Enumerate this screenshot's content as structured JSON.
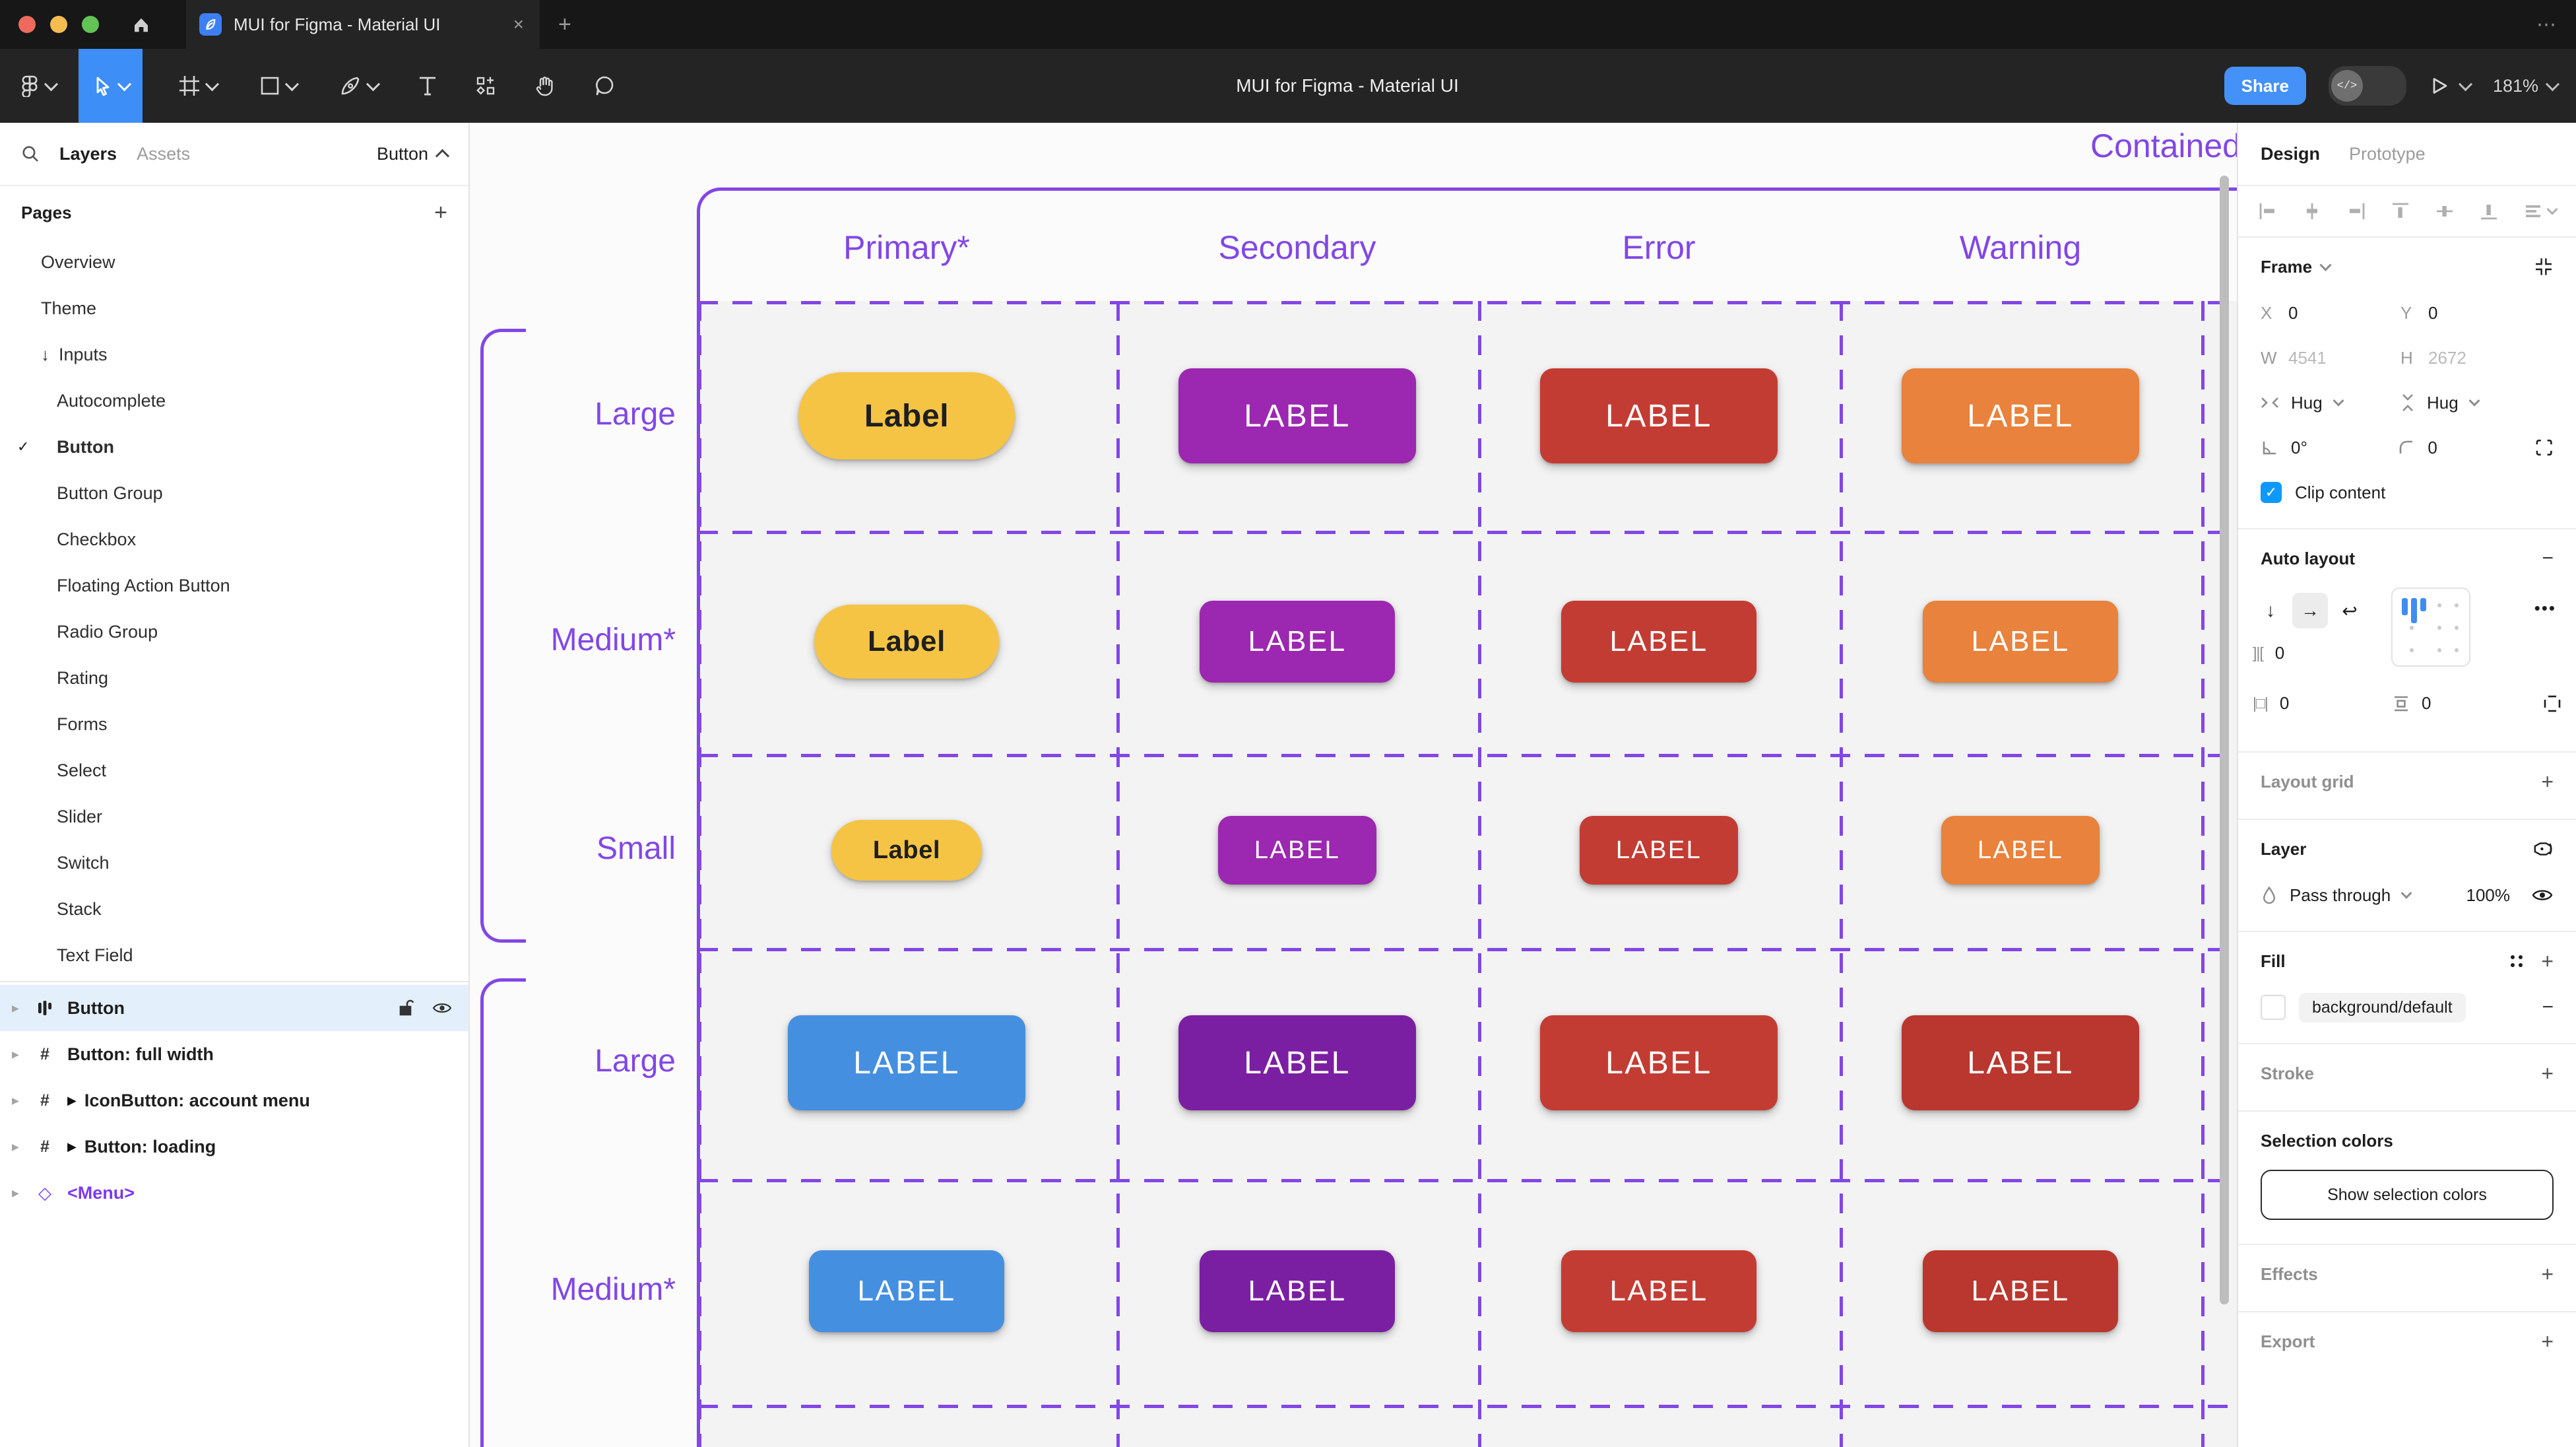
{
  "titlebar": {
    "tab_title": "MUI for Figma - Material UI"
  },
  "toolbar": {
    "doc_title": "MUI for Figma - Material UI",
    "share_label": "Share",
    "zoom_level": "181%"
  },
  "sidebar": {
    "tabs": {
      "layers": "Layers",
      "assets": "Assets"
    },
    "context_selector": "Button",
    "pages_header": "Pages",
    "pages": [
      {
        "label": "Overview",
        "indent": 1
      },
      {
        "label": "Theme",
        "indent": 1
      },
      {
        "label": "Inputs",
        "indent": 1,
        "arrow": true
      },
      {
        "label": "Autocomplete",
        "indent": 2
      },
      {
        "label": "Button",
        "indent": 2,
        "checked": true
      },
      {
        "label": "Button Group",
        "indent": 2
      },
      {
        "label": "Checkbox",
        "indent": 2
      },
      {
        "label": "Floating Action Button",
        "indent": 2
      },
      {
        "label": "Radio Group",
        "indent": 2
      },
      {
        "label": "Rating",
        "indent": 2
      },
      {
        "label": "Forms",
        "indent": 2
      },
      {
        "label": "Select",
        "indent": 2
      },
      {
        "label": "Slider",
        "indent": 2
      },
      {
        "label": "Switch",
        "indent": 2
      },
      {
        "label": "Stack",
        "indent": 2
      },
      {
        "label": "Text Field",
        "indent": 2
      }
    ],
    "layers": [
      {
        "label": "Button",
        "icon": "autolayout",
        "selected": true
      },
      {
        "label": "Button: full width",
        "icon": "frame"
      },
      {
        "label": "IconButton: account menu",
        "icon": "frame",
        "play": true
      },
      {
        "label": "Button: loading",
        "icon": "frame",
        "play": true
      },
      {
        "label": "<Menu>",
        "icon": "component",
        "purple": true
      }
    ]
  },
  "canvas": {
    "frame_name": "Contained",
    "columns": [
      "Primary*",
      "Secondary",
      "Error",
      "Warning"
    ],
    "rows": [
      {
        "label": "Large",
        "size": "lg",
        "cells": [
          {
            "color": "#F6C445",
            "text": "Label",
            "dark": true,
            "pill": true
          },
          {
            "color": "#9C27B0",
            "text": "LABEL"
          },
          {
            "color": "#C33C33",
            "text": "LABEL"
          },
          {
            "color": "#E8823C",
            "text": "LABEL"
          }
        ]
      },
      {
        "label": "Medium*",
        "size": "md",
        "cells": [
          {
            "color": "#F6C445",
            "text": "Label",
            "dark": true,
            "pill": true
          },
          {
            "color": "#9C27B0",
            "text": "LABEL"
          },
          {
            "color": "#C33C33",
            "text": "LABEL"
          },
          {
            "color": "#E8823C",
            "text": "LABEL"
          }
        ]
      },
      {
        "label": "Small",
        "size": "sm",
        "cells": [
          {
            "color": "#F6C445",
            "text": "Label",
            "dark": true,
            "pill": true
          },
          {
            "color": "#9C27B0",
            "text": "LABEL"
          },
          {
            "color": "#C33C33",
            "text": "LABEL"
          },
          {
            "color": "#E8823C",
            "text": "LABEL"
          }
        ]
      },
      {
        "label": "Large",
        "size": "lg",
        "cells": [
          {
            "color": "#458FE1",
            "text": "LABEL"
          },
          {
            "color": "#7B1FA2",
            "text": "LABEL"
          },
          {
            "color": "#C33C33",
            "text": "LABEL"
          },
          {
            "color": "#B9372E",
            "text": "LABEL"
          }
        ]
      },
      {
        "label": "Medium*",
        "size": "md",
        "cells": [
          {
            "color": "#458FE1",
            "text": "LABEL"
          },
          {
            "color": "#7B1FA2",
            "text": "LABEL"
          },
          {
            "color": "#C33C33",
            "text": "LABEL"
          },
          {
            "color": "#B9372E",
            "text": "LABEL"
          }
        ]
      }
    ]
  },
  "panel": {
    "tabs": {
      "design": "Design",
      "prototype": "Prototype"
    },
    "frame": {
      "title": "Frame",
      "x_label": "X",
      "x": "0",
      "y_label": "Y",
      "y": "0",
      "w_label": "W",
      "w": "4541",
      "h_label": "H",
      "h": "2672",
      "hug_h": "Hug",
      "hug_v": "Hug",
      "rotation": "0°",
      "corner_radius": "0",
      "clip_label": "Clip content"
    },
    "auto_layout": {
      "title": "Auto layout",
      "gap": "0",
      "pad_h": "0",
      "pad_v": "0"
    },
    "layout_grid_title": "Layout grid",
    "layer": {
      "title": "Layer",
      "blend_mode": "Pass through",
      "opacity": "100%"
    },
    "fill": {
      "title": "Fill",
      "token": "background/default"
    },
    "stroke_title": "Stroke",
    "selection_colors": {
      "title": "Selection colors",
      "button_label": "Show selection colors"
    },
    "effects_title": "Effects",
    "export_title": "Export"
  },
  "colors": {
    "accent_blue": "#3E8EF7",
    "figma_purple": "#8247E5",
    "checkbox_blue": "#0D99FF"
  },
  "glyphs": {
    "plus": "+",
    "minus": "−",
    "ellipsis": "⋯",
    "more_dots": "•••",
    "close": "×",
    "check": "✓",
    "arrow_down": "↓",
    "arrow_right": "→",
    "wrap": "↩",
    "gap": "]|[",
    "pad_h": "|□|"
  }
}
